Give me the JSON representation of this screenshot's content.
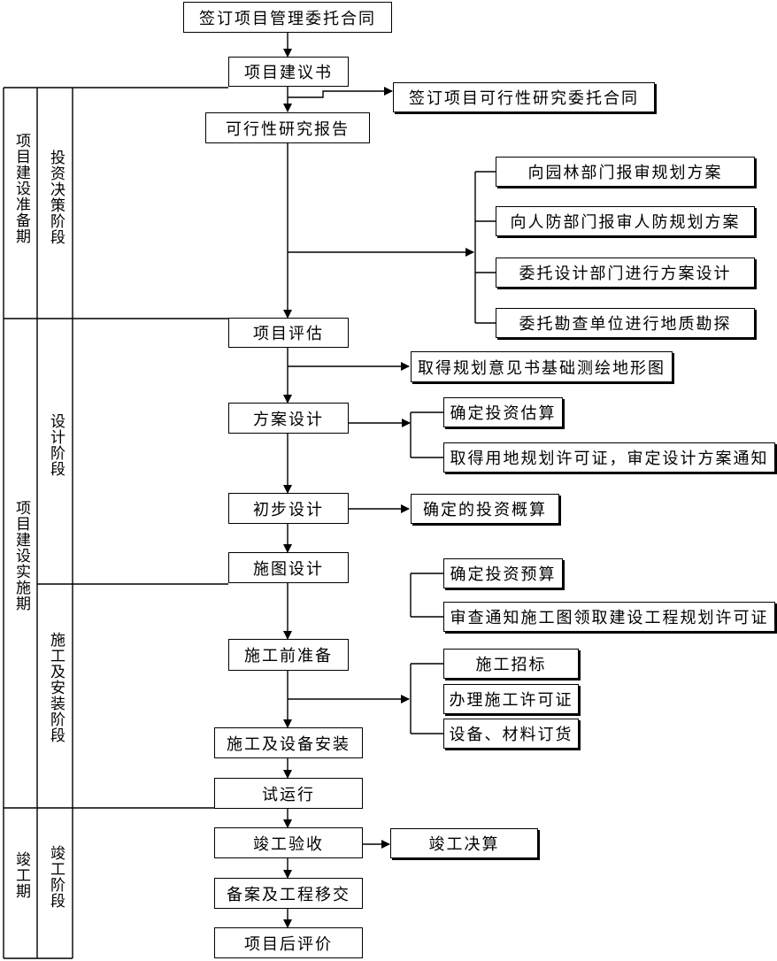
{
  "main_flow": [
    "签订项目管理委托合同",
    "项目建议书",
    "可行性研究报告",
    "项目评估",
    "方案设计",
    "初步设计",
    "施图设计",
    "施工前准备",
    "施工及设备安装",
    "试运行",
    "竣工验收",
    "备案及工程移交",
    "项目后评价"
  ],
  "side_boxes": {
    "feasibility_contract": "签订项目可行性研究委托合同",
    "garden_plan": "向园林部门报审规划方案",
    "civil_defense_plan": "向人防部门报审人防规划方案",
    "design_dept": "委托设计部门进行方案设计",
    "survey": "委托勘查单位进行地质勘探",
    "planning_opinion": "取得规划意见书基础测绘地形图",
    "investment_estimate": "确定投资估算",
    "land_permit": "取得用地规划许可证，审定设计方案通知",
    "investment_outline": "确定的投资概算",
    "investment_budget": "确定投资预算",
    "construction_permit_review": "审查通知施工图领取建设工程规划许可证",
    "tender": "施工招标",
    "construction_permit": "办理施工许可证",
    "materials_order": "设备、材料订货",
    "final_accounts": "竣工决算"
  },
  "periods": [
    "项目建设准备期",
    "项目建设实施期",
    "竣工期"
  ],
  "stages": [
    "投资决策阶段",
    "设计阶段",
    "施工及安装阶段",
    "竣工阶段"
  ]
}
